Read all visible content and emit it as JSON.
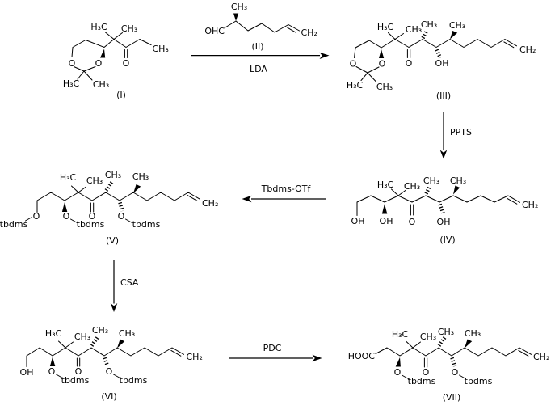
{
  "figure": {
    "kind": "chemical reaction scheme",
    "background_color": "#ffffff",
    "ink_color": "#000000"
  },
  "atoms": {
    "h3c": "H₃C",
    "ch3": "CH₃",
    "ch2": "CH₂",
    "o": "O",
    "oh": "OH",
    "ohc": "OHC",
    "hooc": "HOOC",
    "tbdms": "tbdms"
  },
  "compounds": [
    "(I)",
    "(II)",
    "(III)",
    "(IV)",
    "(V)",
    "(VI)",
    "(VII)"
  ],
  "reagents": {
    "lda": "LDA",
    "ppts": "PPTS",
    "tbdms_otf": "Tbdms-OTf",
    "csa": "CSA",
    "pdc": "PDC"
  },
  "steps": [
    {
      "from": "(I)",
      "to": "(III)",
      "reagent_above": "(II)",
      "reagent_below": "LDA",
      "direction": "right"
    },
    {
      "from": "(III)",
      "to": "(IV)",
      "reagent": "PPTS",
      "direction": "down"
    },
    {
      "from": "(IV)",
      "to": "(V)",
      "reagent": "Tbdms-OTf",
      "direction": "left"
    },
    {
      "from": "(V)",
      "to": "(VI)",
      "reagent": "CSA",
      "direction": "down"
    },
    {
      "from": "(VI)",
      "to": "(VII)",
      "reagent": "PDC",
      "direction": "right"
    }
  ]
}
